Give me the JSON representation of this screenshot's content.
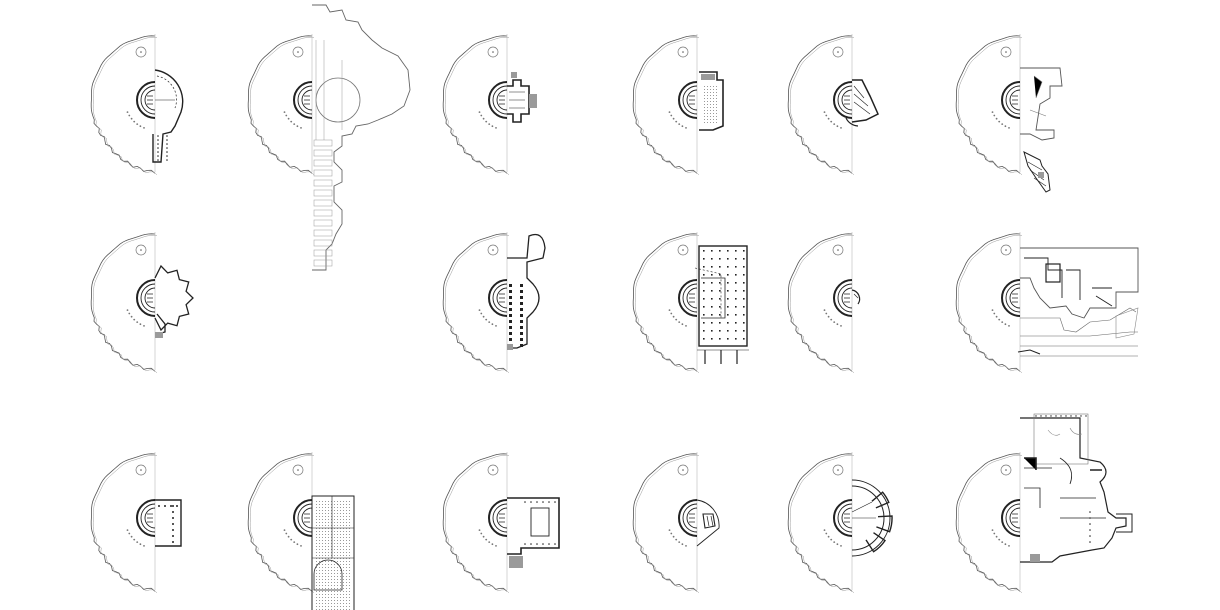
{
  "sheet": {
    "kind": "comparative architectural plan sheet",
    "rows": 3,
    "columns": 6,
    "background": "#ffffff",
    "ink": "#222222",
    "grey_fill": "#9a9a9a"
  },
  "panels": [
    {
      "id": "r1c1",
      "plan": "ring"
    },
    {
      "id": "r1c2",
      "plan": "basilica"
    },
    {
      "id": "r1c3",
      "plan": "small-cross"
    },
    {
      "id": "r1c4",
      "plan": "court-box"
    },
    {
      "id": "r1c5",
      "plan": "wedge"
    },
    {
      "id": "r1c6",
      "plan": "complex-tall"
    },
    {
      "id": "r2c1",
      "plan": "gear"
    },
    {
      "id": "r2c3",
      "plan": "long-church"
    },
    {
      "id": "r2c4",
      "plan": "grid-hall"
    },
    {
      "id": "r2c5",
      "plan": "small-arc"
    },
    {
      "id": "r2c6",
      "plan": "campus"
    },
    {
      "id": "r3c1",
      "plan": "colonnade"
    },
    {
      "id": "r3c2",
      "plan": "palace-wing"
    },
    {
      "id": "r3c3",
      "plan": "courtyard"
    },
    {
      "id": "r3c4",
      "plan": "wedge-small"
    },
    {
      "id": "r3c5",
      "plan": "radial-ring"
    },
    {
      "id": "r3c6",
      "plan": "museum"
    }
  ]
}
